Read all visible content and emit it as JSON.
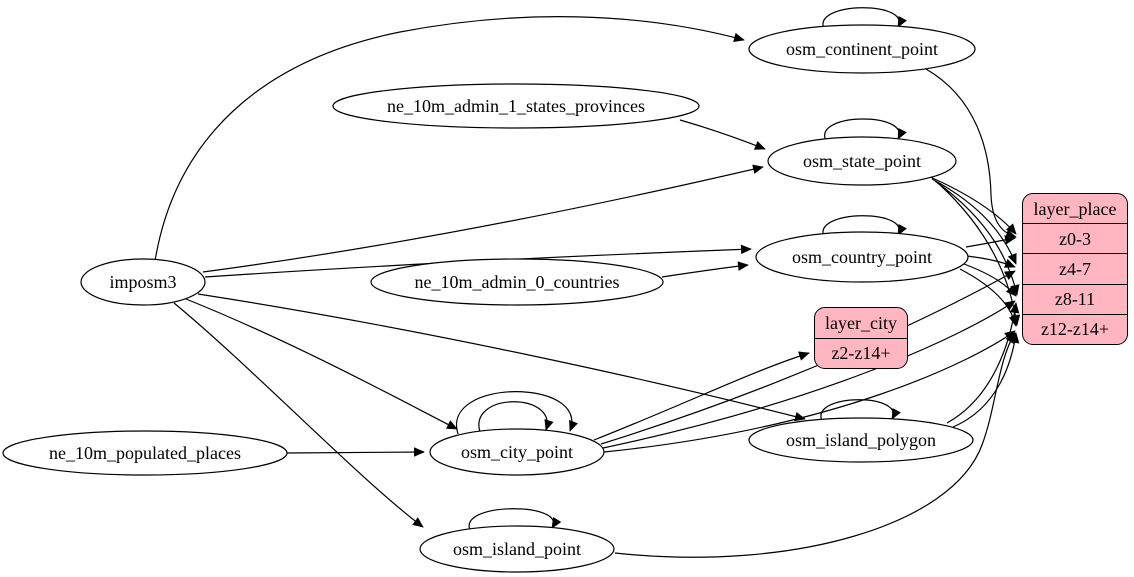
{
  "diagram": {
    "kind": "graphviz-etl-dependency-graph",
    "background_color": "#ffffff",
    "node_fill_color": "#ffffff",
    "record_fill_color": "#ffb6c1",
    "edge_color": "#000000"
  },
  "nodes": {
    "imposm3": {
      "label": "imposm3"
    },
    "ne_10m_admin_1_states_provinces": {
      "label": "ne_10m_admin_1_states_provinces"
    },
    "ne_10m_admin_0_countries": {
      "label": "ne_10m_admin_0_countries"
    },
    "ne_10m_populated_places": {
      "label": "ne_10m_populated_places"
    },
    "osm_continent_point": {
      "label": "osm_continent_point"
    },
    "osm_state_point": {
      "label": "osm_state_point"
    },
    "osm_country_point": {
      "label": "osm_country_point"
    },
    "osm_city_point": {
      "label": "osm_city_point"
    },
    "osm_island_polygon": {
      "label": "osm_island_polygon"
    },
    "osm_island_point": {
      "label": "osm_island_point"
    },
    "layer_city": {
      "title": "layer_city",
      "rows": [
        "z2-z14+"
      ]
    },
    "layer_place": {
      "title": "layer_place",
      "rows": [
        "z0-3",
        "z4-7",
        "z8-11",
        "z12-z14+"
      ]
    }
  },
  "edges": [
    {
      "from": "imposm3",
      "to": "osm_continent_point"
    },
    {
      "from": "imposm3",
      "to": "osm_state_point"
    },
    {
      "from": "imposm3",
      "to": "osm_country_point"
    },
    {
      "from": "imposm3",
      "to": "osm_city_point"
    },
    {
      "from": "imposm3",
      "to": "osm_island_polygon"
    },
    {
      "from": "imposm3",
      "to": "osm_island_point"
    },
    {
      "from": "ne_10m_admin_1_states_provinces",
      "to": "osm_state_point"
    },
    {
      "from": "ne_10m_admin_0_countries",
      "to": "osm_country_point"
    },
    {
      "from": "ne_10m_populated_places",
      "to": "osm_city_point"
    },
    {
      "from": "osm_continent_point",
      "to": "osm_continent_point",
      "self_loop": true
    },
    {
      "from": "osm_state_point",
      "to": "osm_state_point",
      "self_loop": true
    },
    {
      "from": "osm_country_point",
      "to": "osm_country_point",
      "self_loop": true
    },
    {
      "from": "osm_city_point",
      "to": "osm_city_point",
      "self_loop": true
    },
    {
      "from": "osm_city_point",
      "to": "osm_city_point",
      "self_loop": true
    },
    {
      "from": "osm_island_polygon",
      "to": "osm_island_polygon",
      "self_loop": true
    },
    {
      "from": "osm_island_point",
      "to": "osm_island_point",
      "self_loop": true
    },
    {
      "from": "osm_continent_point",
      "to": "layer_place:z0-3"
    },
    {
      "from": "osm_state_point",
      "to": "layer_place:z0-3"
    },
    {
      "from": "osm_state_point",
      "to": "layer_place:z4-7"
    },
    {
      "from": "osm_state_point",
      "to": "layer_place:z8-11"
    },
    {
      "from": "osm_state_point",
      "to": "layer_place:z12-z14+"
    },
    {
      "from": "osm_country_point",
      "to": "layer_place:z0-3"
    },
    {
      "from": "osm_country_point",
      "to": "layer_place:z4-7"
    },
    {
      "from": "osm_country_point",
      "to": "layer_place:z8-11"
    },
    {
      "from": "osm_country_point",
      "to": "layer_place:z12-z14+"
    },
    {
      "from": "osm_city_point",
      "to": "layer_city:z2-z14+"
    },
    {
      "from": "osm_city_point",
      "to": "layer_place:z4-7"
    },
    {
      "from": "osm_city_point",
      "to": "layer_place:z8-11"
    },
    {
      "from": "osm_city_point",
      "to": "layer_place:z12-z14+"
    },
    {
      "from": "osm_island_polygon",
      "to": "layer_place:z8-11"
    },
    {
      "from": "osm_island_polygon",
      "to": "layer_place:z12-z14+"
    },
    {
      "from": "osm_island_point",
      "to": "layer_place:z12-z14+"
    }
  ]
}
